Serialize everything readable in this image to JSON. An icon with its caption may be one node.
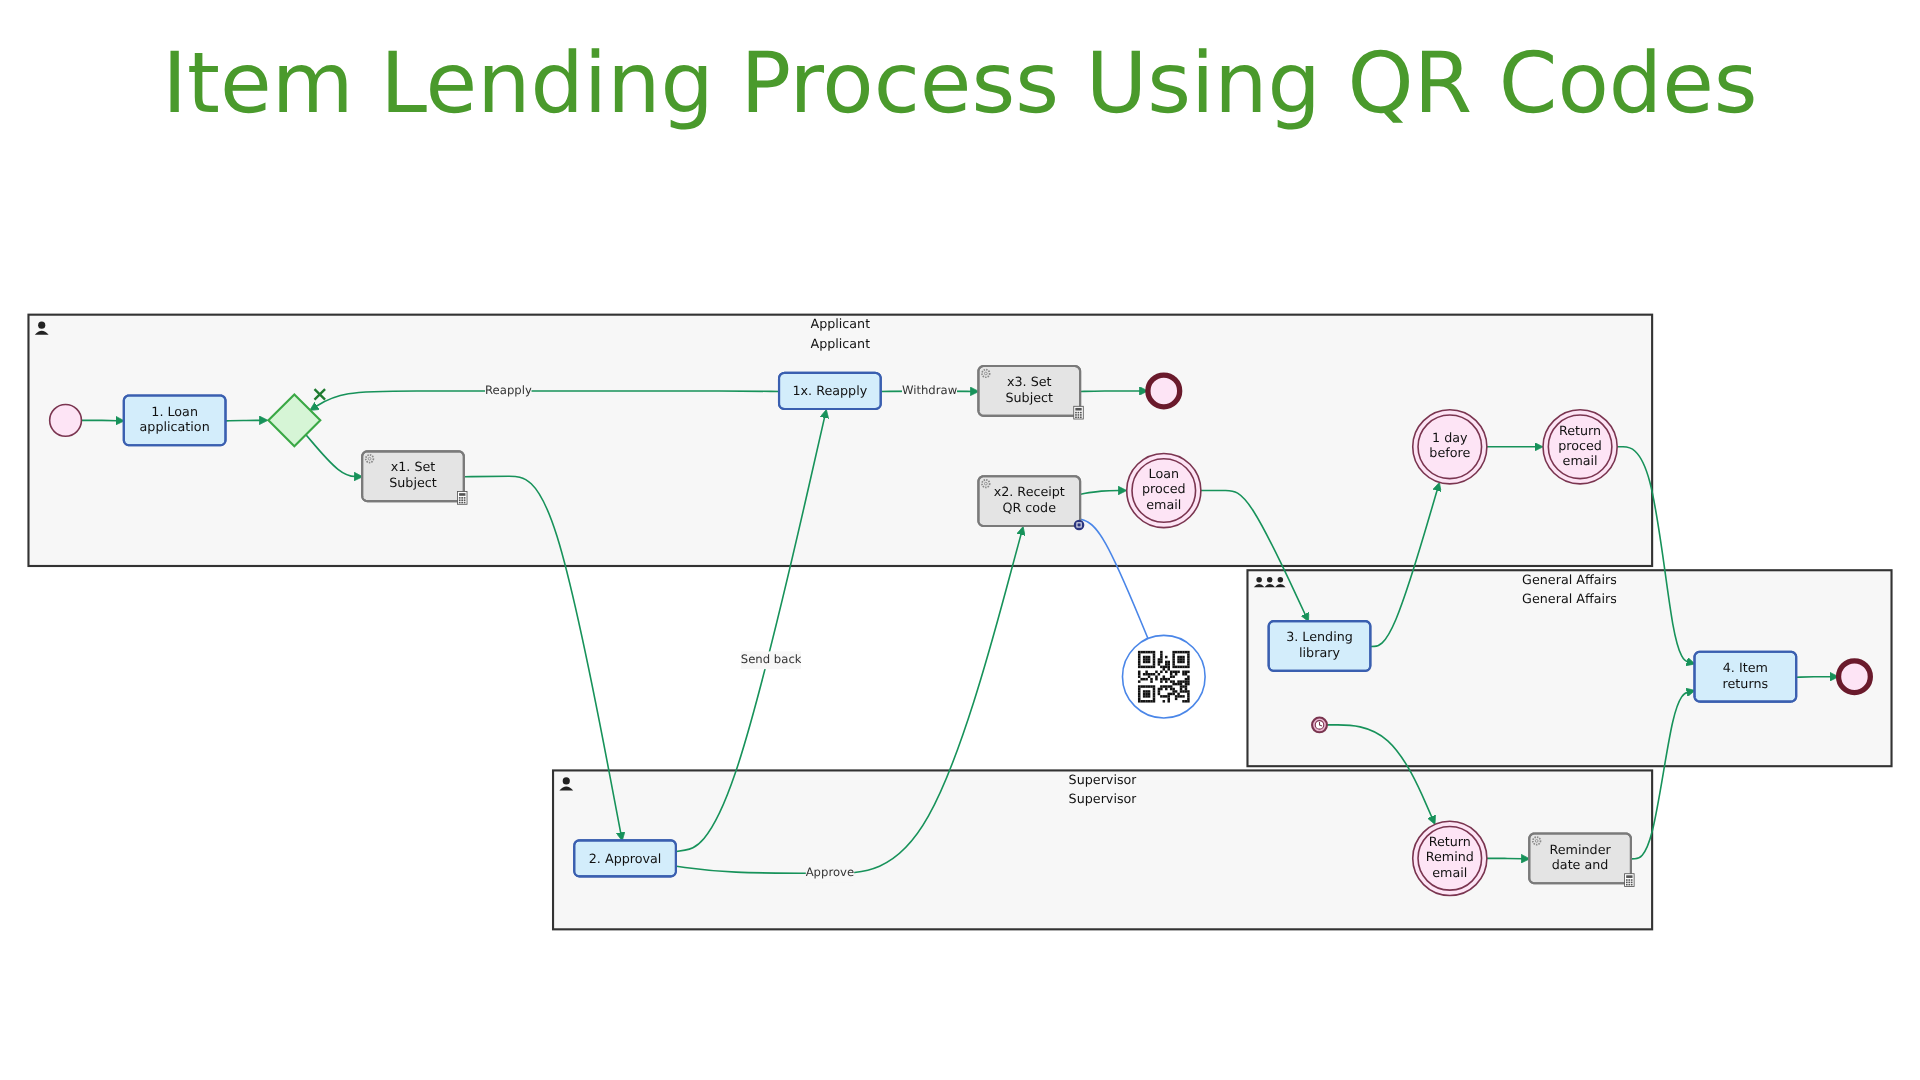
{
  "diagram": {
    "title": "Item Lending Process Using QR Codes",
    "nodes": [
      {
        "text": [
          "Applicant",
          "Applicant"
        ]
      },
      {
        "text": [],
        "shape": "circle",
        "in": 0
      },
      {
        "text": [
          "1. Loan application"
        ],
        "in": 0
      },
      {
        "text": [],
        "shape": "diamond",
        "in": 0
      },
      {
        "text": [
          "x3. Set Subject"
        ],
        "in": 0
      },
      {
        "text": [],
        "shape": "circle",
        "in": 0
      },
      {
        "text": [],
        "shape": "picture"
      },
      {
        "text": [
          "x1. Set Subject"
        ],
        "in": 0
      },
      {
        "text": [
          "1x. Reapply"
        ],
        "in": 0
      },
      {
        "text": [
          "x2. Receipt QR code"
        ],
        "in": 0
      },
      {
        "text": [
          "Loan proced email"
        ],
        "in": 0
      },
      {
        "text": [
          "1 day before"
        ],
        "in": 0
      },
      {
        "text": [
          "Return proced email"
        ],
        "in": 0
      },
      {
        "text": [
          "General Affairs",
          "General Affairs"
        ]
      },
      {
        "text": [
          "3. Lending library"
        ],
        "in": 13
      },
      {
        "text": [
          "4. Item returns"
        ],
        "in": 13
      },
      {
        "text": [],
        "shape": "circle",
        "in": 13
      },
      {
        "text": [],
        "shape": "circle",
        "in": 13
      },
      {
        "text": [
          "Supervisor",
          "Supervisor"
        ]
      },
      {
        "text": [
          "2. Approval"
        ],
        "in": 18
      },
      {
        "text": [
          "Reminder date and"
        ],
        "in": 18
      },
      {
        "text": [
          "Return Remind email"
        ],
        "in": 18
      }
    ],
    "edges": [
      {
        "from": 1,
        "to": 2,
        "arrow": "to"
      },
      {
        "from": 2,
        "to": 3,
        "arrow": "to"
      },
      {
        "from": 3,
        "to": 7,
        "arrow": "to"
      },
      {
        "from": 7,
        "to": 19,
        "arrow": "to"
      },
      {
        "from": 19,
        "to": 8,
        "arrow": "to",
        "label": "Send back"
      },
      {
        "from": 19,
        "to": 9,
        "arrow": "to",
        "label": "Approve"
      },
      {
        "from": 8,
        "to": 3,
        "arrow": "to",
        "label": "Reapply"
      },
      {
        "from": 8,
        "to": 4,
        "arrow": "to",
        "label": "Withdraw"
      },
      {
        "from": 4,
        "to": 5,
        "arrow": "to"
      },
      {
        "from": 9,
        "to": 10,
        "arrow": "to"
      },
      {
        "from": 10,
        "to": 14,
        "arrow": "to"
      },
      {
        "from": 14,
        "to": 11,
        "arrow": "to"
      },
      {
        "from": 11,
        "to": 12,
        "arrow": "to"
      },
      {
        "from": 12,
        "to": 15,
        "arrow": "to"
      },
      {
        "from": 15,
        "to": 17,
        "arrow": "to"
      },
      {
        "from": 16,
        "to": 21,
        "arrow": "to"
      },
      {
        "from": 21,
        "to": 20,
        "arrow": "to"
      },
      {
        "from": 20,
        "to": 15,
        "arrow": "to"
      },
      {
        "from": 9,
        "to": 6,
        "arrow": "none",
        "color": "#4a86e8"
      }
    ]
  }
}
